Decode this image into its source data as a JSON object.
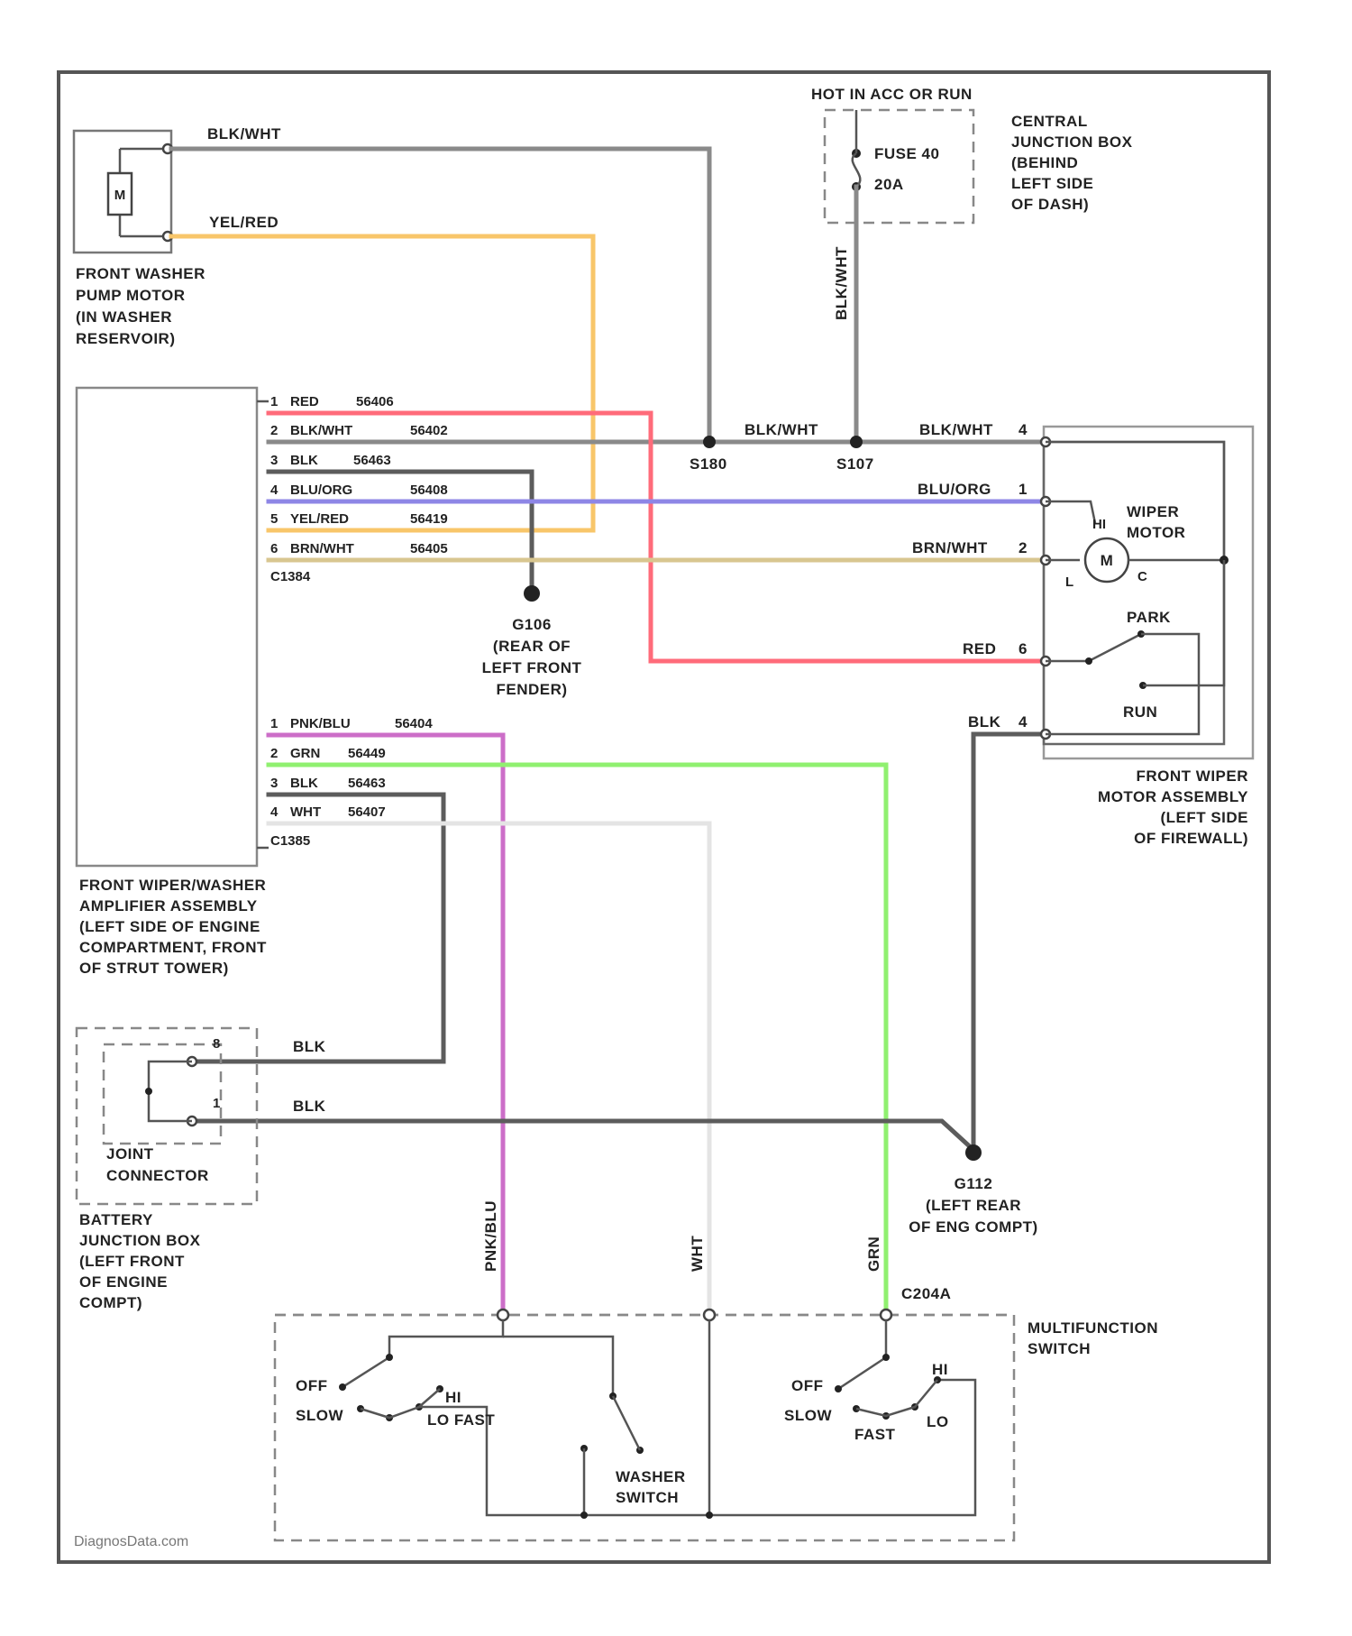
{
  "components": {
    "washer_pump": {
      "symbol": "M",
      "label": [
        "FRONT WASHER",
        "PUMP MOTOR",
        "(IN WASHER",
        "RESERVOIR)"
      ]
    },
    "central_jb": {
      "header": "HOT IN ACC OR RUN",
      "fuse_name": "FUSE 40",
      "fuse_rating": "20A",
      "label": [
        "CENTRAL",
        "JUNCTION BOX",
        "(BEHIND",
        "LEFT SIDE",
        "OF DASH)"
      ]
    },
    "amplifier": {
      "label": [
        "FRONT WIPER/WASHER",
        "AMPLIFIER ASSEMBLY",
        "(LEFT SIDE OF ENGINE",
        "COMPARTMENT, FRONT",
        "OF STRUT TOWER)"
      ]
    },
    "wiper_motor": {
      "symbol": "M",
      "inner_label": [
        "WIPER",
        "MOTOR"
      ],
      "term_hi": "HI",
      "term_lo": "L",
      "term_c": "C",
      "park": "PARK",
      "run": "RUN",
      "label": [
        "FRONT WIPER",
        "MOTOR ASSEMBLY",
        "(LEFT SIDE",
        "OF FIREWALL)"
      ]
    },
    "joint_connector": {
      "label": [
        "JOINT",
        "CONNECTOR"
      ],
      "pin_top": "8",
      "pin_bottom": "1"
    },
    "battery_jb": {
      "label": [
        "BATTERY",
        "JUNCTION BOX",
        "(LEFT FRONT",
        "OF ENGINE",
        "COMPT)"
      ]
    },
    "multifunction": {
      "connector": "C204A",
      "label": [
        "MULTIFUNCTION",
        "SWITCH"
      ],
      "left_positions": [
        "OFF",
        "SLOW",
        "HI",
        "LO FAST"
      ],
      "right_positions": [
        "OFF",
        "SLOW",
        "FAST",
        "HI",
        "LO"
      ],
      "washer_switch": [
        "WASHER",
        "SWITCH"
      ]
    }
  },
  "splices": {
    "s180": "S180",
    "s107": "S107"
  },
  "grounds": {
    "g106": [
      "G106",
      "(REAR OF",
      "LEFT FRONT",
      "FENDER)"
    ],
    "g112": [
      "G112",
      "(LEFT REAR",
      "OF ENG COMPT)"
    ]
  },
  "connectors": {
    "c1": "C1384",
    "c2": "C1385"
  },
  "wire_labels": {
    "pump_bk_wt": "BLK/WHT",
    "pump_yel_red": "YEL/RED",
    "fuse_bk_wt": "BLK/WHT",
    "mid_bk_wt_1": "BLK/WHT",
    "mid_bk_wt_2": "BLK/WHT",
    "mot_blu_org": "BLU/ORG",
    "mot_brn_wht": "BRN/WHT",
    "mot_red": "RED",
    "mot_blk": "BLK",
    "jc_blk_top": "BLK",
    "jc_blk_bot": "BLK",
    "sw_pnk": "PNK/BLU",
    "sw_wht": "WHT",
    "sw_grn": "GRN"
  },
  "motor_pins": {
    "p4_top": "4",
    "p1": "1",
    "p2": "2",
    "p6": "6",
    "p4_bot": "4"
  },
  "c1_pins": [
    {
      "n": "1",
      "color": "RED",
      "circuit": "56406"
    },
    {
      "n": "2",
      "color": "BLK/WHT",
      "circuit": "56402"
    },
    {
      "n": "3",
      "color": "BLK",
      "circuit": "56463"
    },
    {
      "n": "4",
      "color": "BLU/ORG",
      "circuit": "56408"
    },
    {
      "n": "5",
      "color": "YEL/RED",
      "circuit": "56419"
    },
    {
      "n": "6",
      "color": "BRN/WHT",
      "circuit": "56405"
    }
  ],
  "c2_pins": [
    {
      "n": "1",
      "color": "PNK/BLU",
      "circuit": "56404"
    },
    {
      "n": "2",
      "color": "GRN",
      "circuit": "56449"
    },
    {
      "n": "3",
      "color": "BLK",
      "circuit": "56463"
    },
    {
      "n": "4",
      "color": "WHT",
      "circuit": "56407"
    }
  ],
  "watermark": "DiagnosData.com",
  "wire_colors": {
    "blk_wht": "#8a8a8a",
    "blk": "#5c5c5c",
    "yel_red": "#f8c66a",
    "red": "#ff6b7a",
    "blu_org": "#8e86e6",
    "brn_wht": "#d8c690",
    "pnk_blu": "#cc6ec8",
    "grn": "#90f070",
    "wht": "#e4e4e4"
  }
}
